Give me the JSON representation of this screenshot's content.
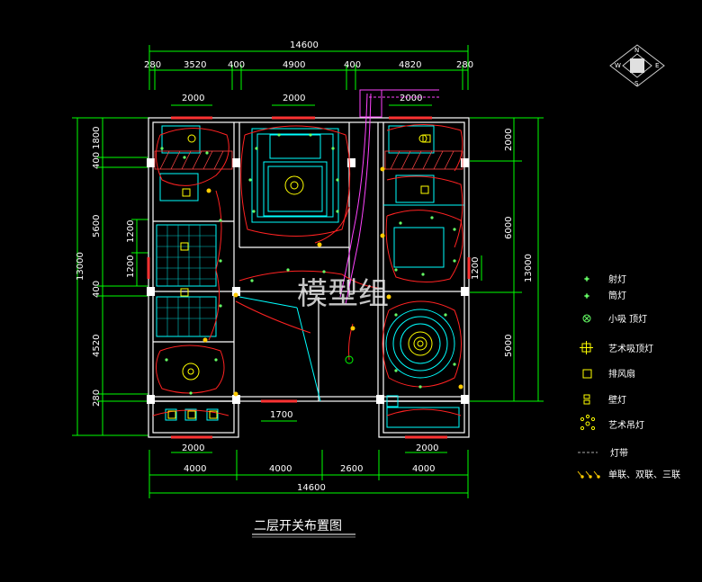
{
  "title": "二层开关布置图",
  "watermark": "模型组",
  "compass": {
    "n": "N",
    "s": "S",
    "e": "E",
    "w": "W"
  },
  "dims": {
    "top_total": "14600",
    "top_parts": [
      "280",
      "3520",
      "400",
      "4900",
      "400",
      "4820",
      "280"
    ],
    "top_windows": [
      "2000",
      "2000",
      "2000"
    ],
    "bottom_total": "14600",
    "bottom_parts": [
      "4000",
      "4000",
      "2600",
      "4000"
    ],
    "bottom_windows": [
      "2000",
      "2000"
    ],
    "mid_window": "1700",
    "left_total": "13000",
    "left_parts": [
      "1800",
      "400",
      "5600",
      "400",
      "4520",
      "280"
    ],
    "left_inner": [
      "1200",
      "1200"
    ],
    "right_total": "13000",
    "right_parts": [
      "2000",
      "6000",
      "5000"
    ],
    "right_inner": "1200"
  },
  "legend": [
    {
      "icon": "spot-light-icon",
      "label": "射灯"
    },
    {
      "icon": "down-light-icon",
      "label": "筒灯"
    },
    {
      "icon": "small-ceiling-light-icon",
      "label": "小吸 顶灯"
    },
    {
      "icon": "art-ceiling-light-icon",
      "label": "艺术吸顶灯"
    },
    {
      "icon": "exhaust-fan-icon",
      "label": "排风扇"
    },
    {
      "icon": "wall-lamp-icon",
      "label": "壁灯"
    },
    {
      "icon": "art-chandelier-icon",
      "label": "艺术吊灯"
    },
    {
      "icon": "light-strip-icon",
      "label": "灯带"
    },
    {
      "icon": "switch-icon",
      "label": "单联、双联、三联"
    }
  ],
  "colors": {
    "background": "#000000",
    "dimension": "#00ff00",
    "wall": "#ffffff",
    "furniture": "#00ffff",
    "wiring": "#ff0000",
    "fixture": "#ffff00",
    "riser": "#ff00ff"
  }
}
